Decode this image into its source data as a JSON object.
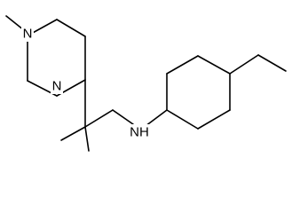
{
  "atoms": {
    "piperazine_n_methyl": "N",
    "piperazine_n_attached": "N",
    "amine": "NH"
  },
  "colors": {
    "bond": "#000000",
    "label": "#000000",
    "background": "#ffffff"
  }
}
